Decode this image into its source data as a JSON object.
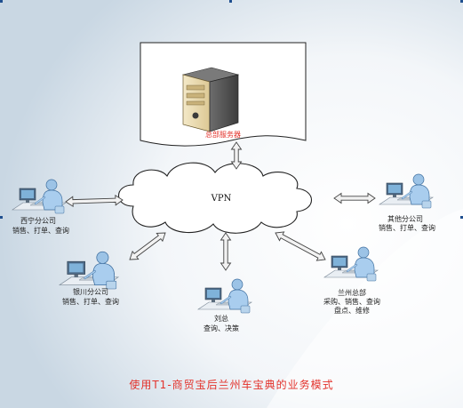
{
  "server": {
    "label": "总部服务器"
  },
  "cloud": {
    "label": "VPN"
  },
  "nodes": {
    "xining": {
      "name": "西宁分公司",
      "desc": "销售、打单、查询"
    },
    "yinchuan": {
      "name": "银川分公司",
      "desc": "销售、打单、查询"
    },
    "liuzong": {
      "name": "刘总",
      "desc": "查询、决策"
    },
    "lanzhou": {
      "name": "兰州总部",
      "desc1": "采购、销售、查询",
      "desc2": "盘点、维修"
    },
    "other": {
      "name": "其他分公司",
      "desc": "销售、打单、查询"
    }
  },
  "caption": "使用T1-商贸宝后兰州车宝典的业务模式",
  "colors": {
    "caption": "#e3322b",
    "arrow_fill": "#f2f2f2",
    "arrow_stroke": "#444444",
    "person": "#9cc3e6",
    "background": "#dde7ef"
  }
}
